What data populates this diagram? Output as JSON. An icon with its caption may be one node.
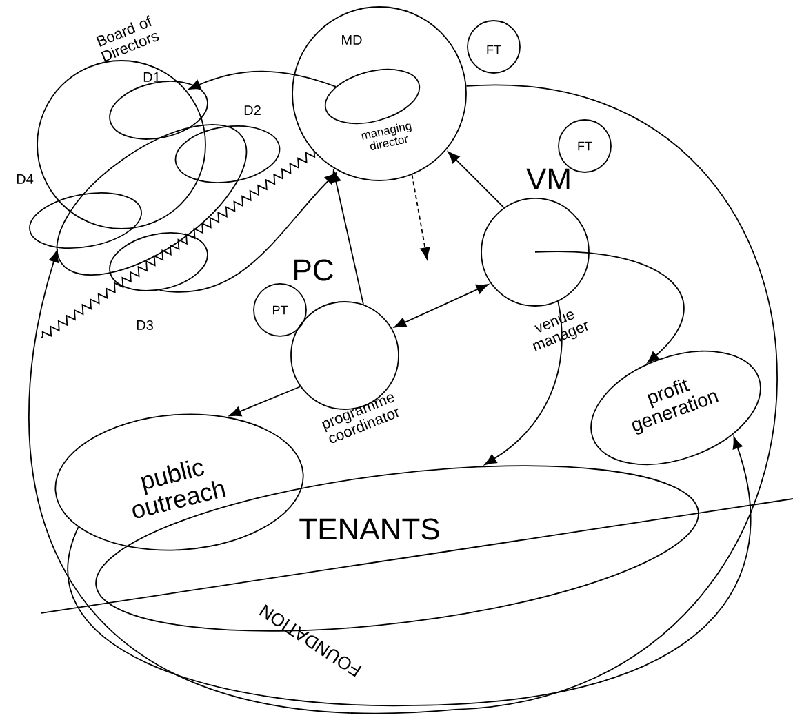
{
  "diagram": {
    "nodes": [
      {
        "text": [
          "Board of Directors"
        ]
      },
      {
        "text": [
          "D1"
        ],
        "in": 0
      },
      {
        "text": [
          "D2"
        ]
      },
      {
        "text": [
          "D4"
        ]
      },
      {
        "text": [],
        "shape": "ellipse"
      },
      {
        "text": [
          "D3"
        ]
      },
      {
        "text": [
          "MD",
          "managing director"
        ]
      },
      {
        "text": [],
        "shape": "ellipse",
        "in": 6
      },
      {
        "text": [
          "FT"
        ]
      },
      {
        "text": [
          "FT"
        ]
      },
      {
        "text": [
          "VM",
          "venue manager"
        ]
      },
      {
        "text": [
          "PT"
        ]
      },
      {
        "text": [
          "PC",
          "programme coordinator"
        ]
      },
      {
        "text": [
          "public outreach"
        ]
      },
      {
        "text": [
          "profit generation"
        ]
      },
      {
        "text": [
          "TENANTS"
        ]
      }
    ],
    "edges": [
      {
        "from": 7,
        "to": 0,
        "arrow": "to"
      },
      {
        "from": 6,
        "to": null,
        "arrow": "none"
      },
      {
        "from": 5,
        "to": 6,
        "arrow": "to"
      },
      {
        "from": 12,
        "to": 6,
        "arrow": "to"
      },
      {
        "from": 10,
        "to": 6,
        "arrow": "to"
      },
      {
        "from": 6,
        "to": null,
        "arrow": "to",
        "style": "dashed"
      },
      {
        "from": 12,
        "to": 10,
        "arrow": "both"
      },
      {
        "from": 12,
        "to": 13,
        "arrow": "to"
      },
      {
        "from": 10,
        "to": 14,
        "arrow": "to"
      },
      {
        "from": 10,
        "to": 15,
        "arrow": "to"
      },
      {
        "from": 6,
        "to": 3,
        "arrow": "to"
      },
      {
        "from": 13,
        "to": 14,
        "arrow": "to"
      }
    ],
    "labels": [
      "FOUNDATION"
    ]
  }
}
